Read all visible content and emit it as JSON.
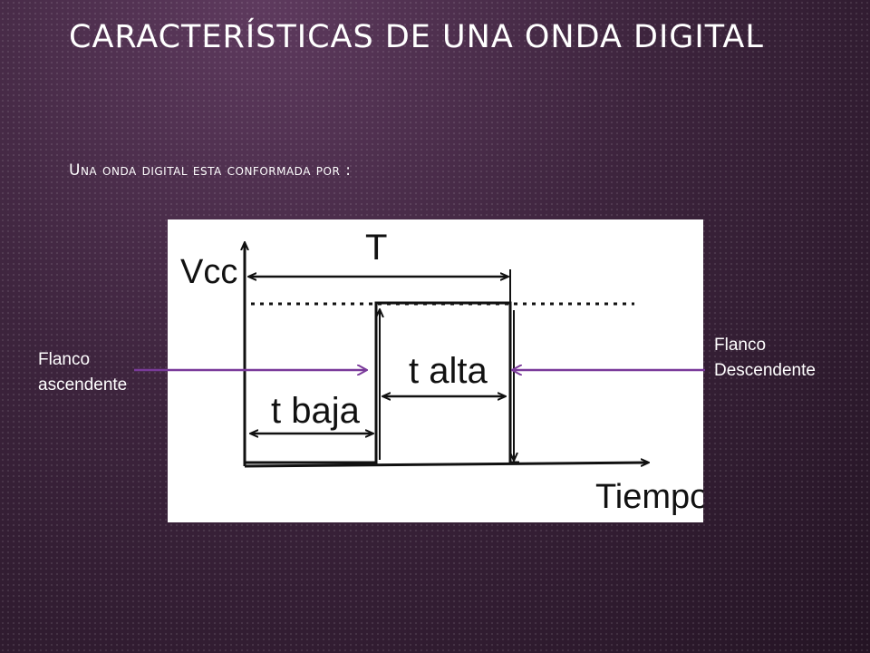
{
  "slide": {
    "title": "CARACTERÍSTICAS DE UNA ONDA DIGITAL",
    "subtitle": "Una onda digital esta conformada por :"
  },
  "diagram": {
    "y_axis_label": "Vcc",
    "x_axis_label": "Tiempo",
    "period_label": "T",
    "high_time_label": "t alta",
    "low_time_label": "t baja"
  },
  "callouts": {
    "rising_edge": "Flanco ascendente",
    "falling_edge": "Flanco Descendente"
  },
  "colors": {
    "background": "#2e1a2e",
    "text": "#ffffff",
    "arrow": "#7a3a9a",
    "diagram_ink": "#111111"
  }
}
